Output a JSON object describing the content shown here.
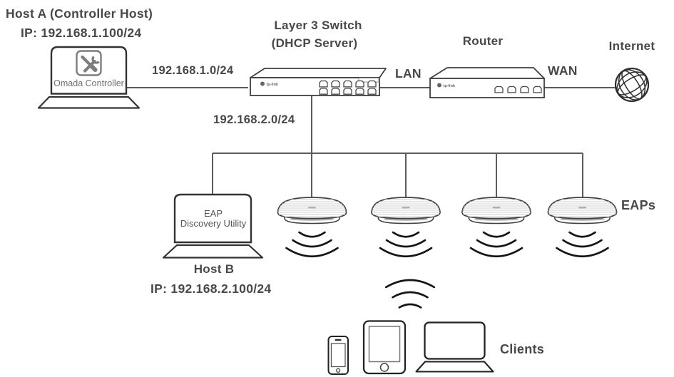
{
  "diagram": {
    "host_a": {
      "title": "Host A (Controller Host)",
      "ip": "IP: 192.168.1.100/24",
      "app_label": "Omada Controller"
    },
    "host_b": {
      "title": "Host B",
      "ip": "IP: 192.168.2.100/24",
      "app_line1": "EAP",
      "app_line2": "Discovery Utility"
    },
    "switch": {
      "title": "Layer 3 Switch",
      "subtitle": "(DHCP Server)",
      "brand": "tp-link",
      "port_count": 10
    },
    "router": {
      "title": "Router",
      "brand": "tp-link",
      "port_count": 4
    },
    "internet": {
      "label": "Internet"
    },
    "eaps": {
      "label": "EAPs",
      "count": 4
    },
    "clients": {
      "label": "Clients",
      "devices": [
        "phone",
        "tablet",
        "laptop"
      ]
    },
    "links": {
      "subnet_1": "192.168.1.0/24",
      "subnet_2": "192.168.2.0/24",
      "lan": "LAN",
      "wan": "WAN"
    },
    "colors": {
      "text": "#484848",
      "line": "#5c5c5c",
      "device_outline": "#3f3f3f",
      "laptop_outline": "#333333",
      "wifi_arc": "#141414",
      "background": "#ffffff"
    }
  }
}
